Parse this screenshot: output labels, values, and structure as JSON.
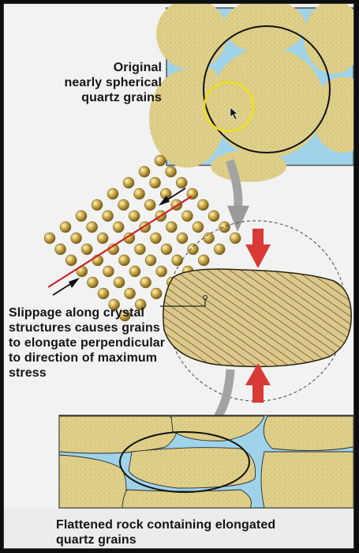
{
  "captions": {
    "original": [
      "Original",
      "nearly spherical",
      "quartz grains"
    ],
    "slippage": [
      "Slippage along crystal",
      "structures causes grains",
      "to elongate perpendicular",
      "to direction of maximum",
      "stress"
    ],
    "flattened": [
      "Flattened rock containing elongated",
      "quartz grains"
    ]
  },
  "colors": {
    "grain": "#dfd08a",
    "grain_speckle": "#9a8a50",
    "pore": "#9fd3ea",
    "compression_arrow": "#d93a35",
    "slip_line": "#c8252a",
    "atom": "#c9a64a",
    "highlight_circle": "#f0e21a",
    "flow_arrow": "#9a9a9a"
  },
  "icons": {
    "cursor": "mouse-pointer-icon"
  }
}
